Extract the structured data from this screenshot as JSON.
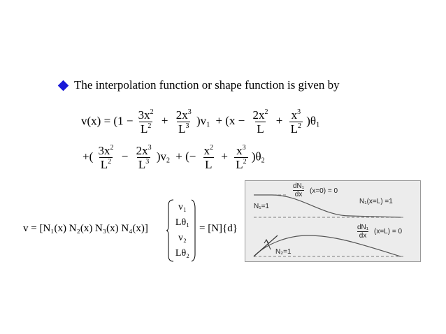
{
  "heading": "The interpolation function or shape function is given by",
  "colors": {
    "bullet": "#1a1ad8",
    "figure_text": "#222222",
    "figure_bg": "#ececec"
  },
  "equation1": {
    "lhs": "v(x) = (1 −",
    "t1_num": "3x",
    "t1_num_sup": "2",
    "t1_den": "L",
    "t1_den_sup": "2",
    "plus1": "+",
    "t2_num": "2x",
    "t2_num_sup": "3",
    "t2_den": "L",
    "t2_den_sup": "3",
    "close1": ")v",
    "close1_sub": "1",
    "mid": "+ (x −",
    "t3_num": "2x",
    "t3_num_sup": "2",
    "t3_den": "L",
    "plus2": "+",
    "t4_num": "x",
    "t4_num_sup": "3",
    "t4_den": "L",
    "t4_den_sup": "2",
    "close2": ")θ",
    "close2_sub": "1"
  },
  "equation2": {
    "open1": "+(",
    "t1_num": "3x",
    "t1_num_sup": "2",
    "t1_den": "L",
    "t1_den_sup": "2",
    "minus1": "−",
    "t2_num": "2x",
    "t2_num_sup": "3",
    "t2_den": "L",
    "t2_den_sup": "3",
    "close1": ")v",
    "close1_sub": "2",
    "mid": "+ (−",
    "t3_num": "x",
    "t3_num_sup": "2",
    "t3_den": "L",
    "plus": "+",
    "t4_num": "x",
    "t4_num_sup": "3",
    "t4_den": "L",
    "t4_den_sup": "2",
    "close2": ")θ",
    "close2_sub": "2"
  },
  "equation3": {
    "lhs": "v = [N₁(x)  N₂(x)  N₃(x)  N₄(x)]",
    "vector": [
      "v₁",
      "Lθ₁",
      "v₂",
      "Lθ₂"
    ],
    "rhs": "= [N]{d}"
  },
  "figure": {
    "dn1_num": "dN₁",
    "dn1_den": "dx",
    "dn1_cond_left": "(x=0) = 0",
    "n1_cond_right": "N₁(x=L) =1",
    "n1_label": "N₁=1",
    "dn1_cond_right": "(x=L) = 0",
    "n2_label": "N₂=1"
  }
}
